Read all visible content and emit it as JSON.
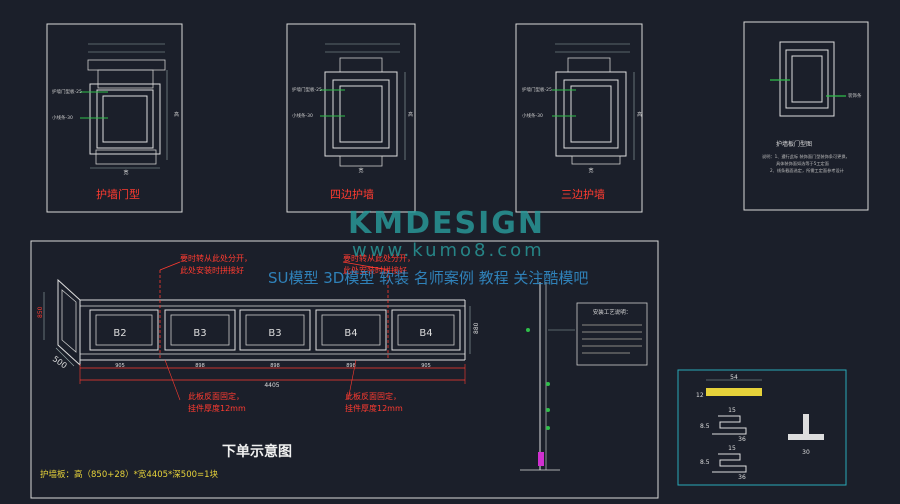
{
  "panels": {
    "door_type": "护墙门型",
    "four_side": "四边护墙",
    "three_side": "三边护墙",
    "door_panel": "护墙板门型图"
  },
  "dims": {
    "width": "宽",
    "height": "高",
    "b": "500",
    "total": "4405",
    "seg_a": "905",
    "seg_b": "898",
    "h": "850",
    "h2": "880"
  },
  "notes": {
    "split_1a": "要时转从此处分开，",
    "split_1b": "此处安装时拼接好",
    "split_2a": "要时转从此处分开，",
    "split_2b": "此处安装时拼接好",
    "back_1a": "此板反面固定，",
    "back_1b": "挂件厚度12mm",
    "back_2a": "此板反面固定，",
    "back_2b": "挂件厚度12mm",
    "process_title": "安装工艺说明："
  },
  "panel_labels": [
    "B2",
    "B3",
    "B3",
    "B4",
    "B4"
  ],
  "main_title": "下单示意图",
  "order_line": "护墙板：高（850+28）*宽4405*深500=1块",
  "watermark": {
    "brand": "KMDESIGN",
    "url": "www.kumo8.com",
    "slogan": "SU模型 3D模型 软装 名师案例 教程 关注酷模吧"
  },
  "profile": {
    "w54": "54",
    "w15a": "15",
    "w36a": "36",
    "w15b": "15",
    "w36b": "36",
    "w30": "30",
    "h12": "12",
    "h85a": "8.5",
    "h85b": "8.5"
  }
}
